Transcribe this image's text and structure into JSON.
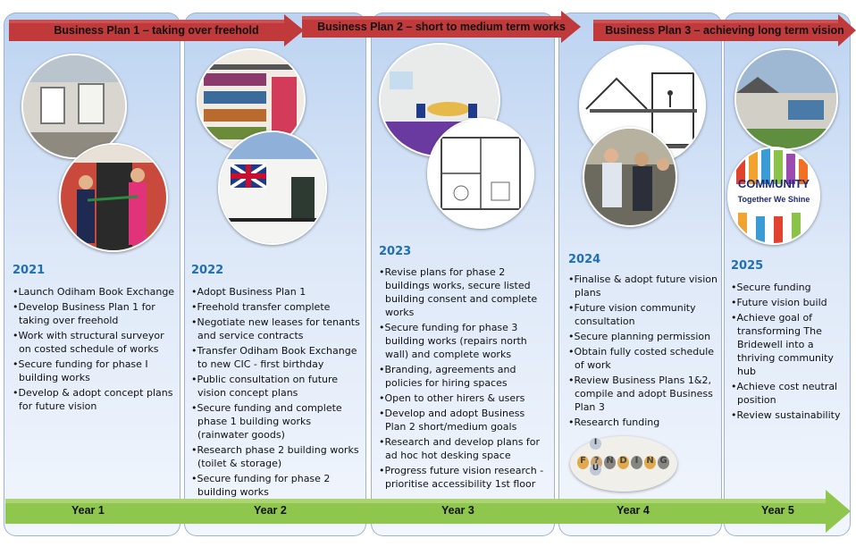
{
  "banners": [
    {
      "label": "Business Plan 1 – taking over freehold"
    },
    {
      "label": "Business Plan 2 – short to medium term works"
    },
    {
      "label": "Business Plan 3 – achieving long term vision"
    }
  ],
  "colors": {
    "banner_red": "#c0393b",
    "timeline_green": "#8fc64e",
    "year_heading": "#1f6fb5"
  },
  "columns": [
    {
      "year": "2021",
      "timeline_label": "Year 1",
      "items": [
        "Launch Odiham Book Exchange",
        "Develop Business Plan 1 for taking over freehold",
        "Work with structural surveyor on costed schedule of works",
        "Secure funding for phase I building works",
        "Develop & adopt concept plans for future vision"
      ]
    },
    {
      "year": "2022",
      "timeline_label": "Year 2",
      "items": [
        "Adopt  Business Plan 1",
        "Freehold transfer complete",
        "Negotiate new leases for tenants and service contracts",
        "Transfer Odiham Book Exchange to new CIC - first birthday",
        "Public consultation on future vision concept plans",
        "Secure funding and complete phase 1 building works (rainwater goods)",
        "Research phase 2 building works (toilet & storage)",
        "Secure funding for phase 2 building works"
      ]
    },
    {
      "year": "2023",
      "timeline_label": "Year 3",
      "items": [
        "Revise plans for phase 2 buildings works, secure listed building consent and complete works",
        "Secure funding for phase 3 building works (repairs north wall) and complete works",
        "Branding, agreements and policies for hiring spaces",
        "Open to other hirers & users",
        "Develop and adopt Business Plan 2 short/medium goals",
        "Research and develop plans for ad hoc hot desking space",
        "Progress future vision research - prioritise accessibility 1st floor"
      ]
    },
    {
      "year": "2024",
      "timeline_label": "Year 4",
      "items": [
        "Finalise & adopt future vision plans",
        "Future vision community consultation",
        "Secure planning permission",
        "Obtain fully costed schedule of work",
        "Review Business Plans 1&2, compile and adopt Business Plan 3",
        "Research funding"
      ]
    },
    {
      "year": "2025",
      "timeline_label": "Year 5",
      "items": [
        "Secure funding",
        "Future vision build",
        "Achieve goal of transforming The Bridewell into a thriving community hub",
        "Achieve cost neutral position",
        "Review sustainability"
      ]
    }
  ],
  "images": {
    "funding_letters": [
      "F",
      "?",
      "N",
      "D",
      "I",
      "N",
      "G"
    ],
    "funding_stack": [
      "I",
      "U"
    ],
    "community_sign": [
      "COMMUNITY",
      "Together We Shine"
    ]
  }
}
